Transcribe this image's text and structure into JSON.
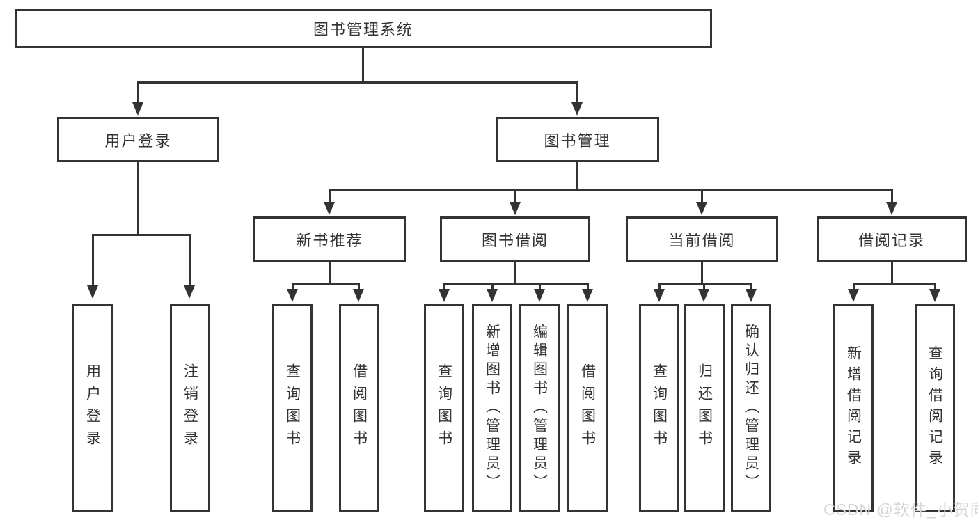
{
  "watermark": "CSDN @软件_小贺同学",
  "colors": {
    "line": "#333333",
    "text": "#333333",
    "background": "#ffffff",
    "watermark": "#d6d6d6"
  },
  "tree": {
    "label": "图书管理系统",
    "children": [
      {
        "label": "用户登录",
        "children": [
          {
            "label": "用户登录"
          },
          {
            "label": "注销登录"
          }
        ]
      },
      {
        "label": "图书管理",
        "children": [
          {
            "label": "新书推荐",
            "children": [
              {
                "label": "查询图书"
              },
              {
                "label": "借阅图书"
              }
            ]
          },
          {
            "label": "图书借阅",
            "children": [
              {
                "label": "查询图书"
              },
              {
                "label": "新增图书（管理员）"
              },
              {
                "label": "编辑图书（管理员）"
              },
              {
                "label": "借阅图书"
              }
            ]
          },
          {
            "label": "当前借阅",
            "children": [
              {
                "label": "查询图书"
              },
              {
                "label": "归还图书"
              },
              {
                "label": "确认归还（管理员）"
              }
            ]
          },
          {
            "label": "借阅记录",
            "children": [
              {
                "label": "新增借阅记录"
              },
              {
                "label": "查询借阅记录"
              }
            ]
          }
        ]
      }
    ]
  }
}
